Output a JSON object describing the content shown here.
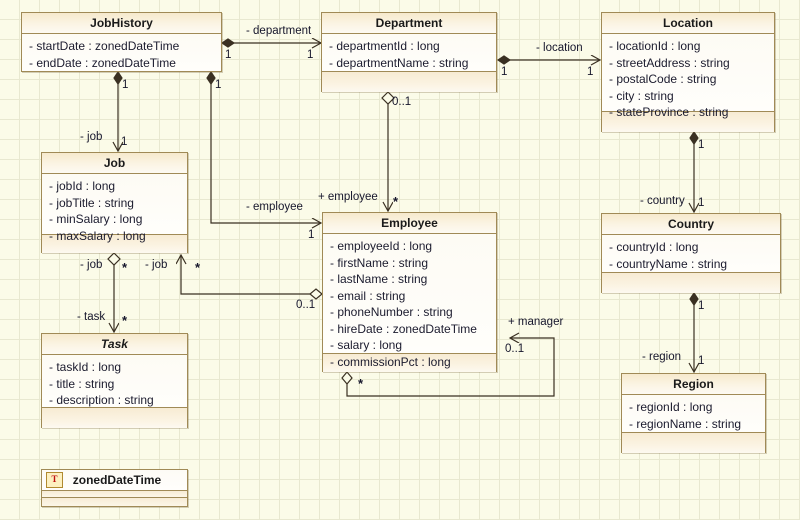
{
  "diagram": {
    "title": "UML Class Diagram",
    "background_color": "#fbfbe8",
    "grid_color": "#e8e8d0",
    "class_border_color": "#a08a56",
    "class_header_color": "#f6e9cd",
    "line_color": "#3a3022"
  },
  "classes": [
    {
      "id": "jobhistory",
      "name": "JobHistory",
      "abstract": false,
      "attributes": [
        "- startDate : zonedDateTime",
        "- endDate : zonedDateTime"
      ],
      "operations": []
    },
    {
      "id": "department",
      "name": "Department",
      "abstract": false,
      "attributes": [
        "- departmentId : long",
        "- departmentName : string"
      ],
      "operations": []
    },
    {
      "id": "location",
      "name": "Location",
      "abstract": false,
      "attributes": [
        "- locationId : long",
        "- streetAddress : string",
        "- postalCode : string",
        "- city : string",
        "- stateProvince : string"
      ],
      "operations": []
    },
    {
      "id": "job",
      "name": "Job",
      "abstract": false,
      "attributes": [
        "- jobId : long",
        "- jobTitle : string",
        "- minSalary : long",
        "- maxSalary : long"
      ],
      "operations": []
    },
    {
      "id": "employee",
      "name": "Employee",
      "abstract": false,
      "attributes": [
        "- employeeId : long",
        "- firstName : string",
        "- lastName : string",
        "- email : string",
        "- phoneNumber : string",
        "- hireDate : zonedDateTime",
        "- salary : long",
        "- commissionPct : long"
      ],
      "operations": []
    },
    {
      "id": "country",
      "name": "Country",
      "abstract": false,
      "attributes": [
        "- countryId : long",
        "- countryName : string"
      ],
      "operations": []
    },
    {
      "id": "task",
      "name": "Task",
      "abstract": true,
      "attributes": [
        "- taskId : long",
        "- title : string",
        "- description : string"
      ],
      "operations": []
    },
    {
      "id": "region",
      "name": "Region",
      "abstract": false,
      "attributes": [
        "- regionId : long",
        "- regionName : string"
      ],
      "operations": []
    }
  ],
  "datatype": {
    "id": "zoneddatetime",
    "badge": "T",
    "name": "zonedDateTime"
  },
  "relations": [
    {
      "id": "jobhistory-department",
      "from": "jobhistory",
      "to": "department",
      "role": "- department",
      "source_multiplicity": "1",
      "target_multiplicity": "1",
      "source_end": "filled-diamond",
      "target_end": "open-arrow"
    },
    {
      "id": "jobhistory-job",
      "from": "jobhistory",
      "to": "job",
      "role": "- job",
      "source_multiplicity": "1",
      "target_multiplicity": "1",
      "source_end": "filled-diamond",
      "target_end": "open-arrow"
    },
    {
      "id": "jobhistory-employee",
      "from": "jobhistory",
      "to": "employee",
      "role": "- employee",
      "source_multiplicity": "1",
      "target_multiplicity": "1",
      "source_end": "filled-diamond",
      "target_end": "open-arrow"
    },
    {
      "id": "department-location",
      "from": "department",
      "to": "location",
      "role": "- location",
      "source_multiplicity": "1",
      "target_multiplicity": "1",
      "source_end": "filled-diamond",
      "target_end": "open-arrow"
    },
    {
      "id": "department-employee",
      "from": "department",
      "to": "employee",
      "role": "+ employee",
      "source_multiplicity": "0..1",
      "target_multiplicity": "*",
      "source_end": "open-diamond",
      "target_end": "open-arrow"
    },
    {
      "id": "location-country",
      "from": "location",
      "to": "country",
      "role": "- country",
      "source_multiplicity": "1",
      "target_multiplicity": "1",
      "source_end": "filled-diamond",
      "target_end": "open-arrow"
    },
    {
      "id": "country-region",
      "from": "country",
      "to": "region",
      "role": "- region",
      "source_multiplicity": "1",
      "target_multiplicity": "1",
      "source_end": "filled-diamond",
      "target_end": "open-arrow"
    },
    {
      "id": "job-task",
      "from": "job",
      "to": "task",
      "role_source": "- job",
      "role_target": "- task",
      "source_multiplicity": "*",
      "target_multiplicity": "*",
      "source_end": "open-diamond",
      "target_end": "open-arrow"
    },
    {
      "id": "employee-job",
      "from": "employee",
      "to": "job",
      "role_source": "- job",
      "role_target": "0..1",
      "source_multiplicity": "0..1",
      "target_multiplicity": "*",
      "source_end": "open-diamond",
      "target_end": "open-arrow"
    },
    {
      "id": "employee-manager",
      "from": "employee",
      "to": "employee",
      "role": "+ manager",
      "source_multiplicity": "*",
      "target_multiplicity": "0..1",
      "source_end": "open-diamond",
      "target_end": "open-arrow"
    }
  ],
  "labels": {
    "department_role": "- department",
    "location_role": "- location",
    "employee_role_from_jobhistory": "- employee",
    "employee_role_from_department": "+ employee",
    "job_role_from_jobhistory": "- job",
    "job_role_from_job_task": "- job",
    "job_role_from_employee": "- job",
    "task_role": "- task",
    "country_role": "- country",
    "region_role": "- region",
    "manager_role": "+ manager",
    "one": "1",
    "zero_or_one": "0..1",
    "many": "*"
  }
}
